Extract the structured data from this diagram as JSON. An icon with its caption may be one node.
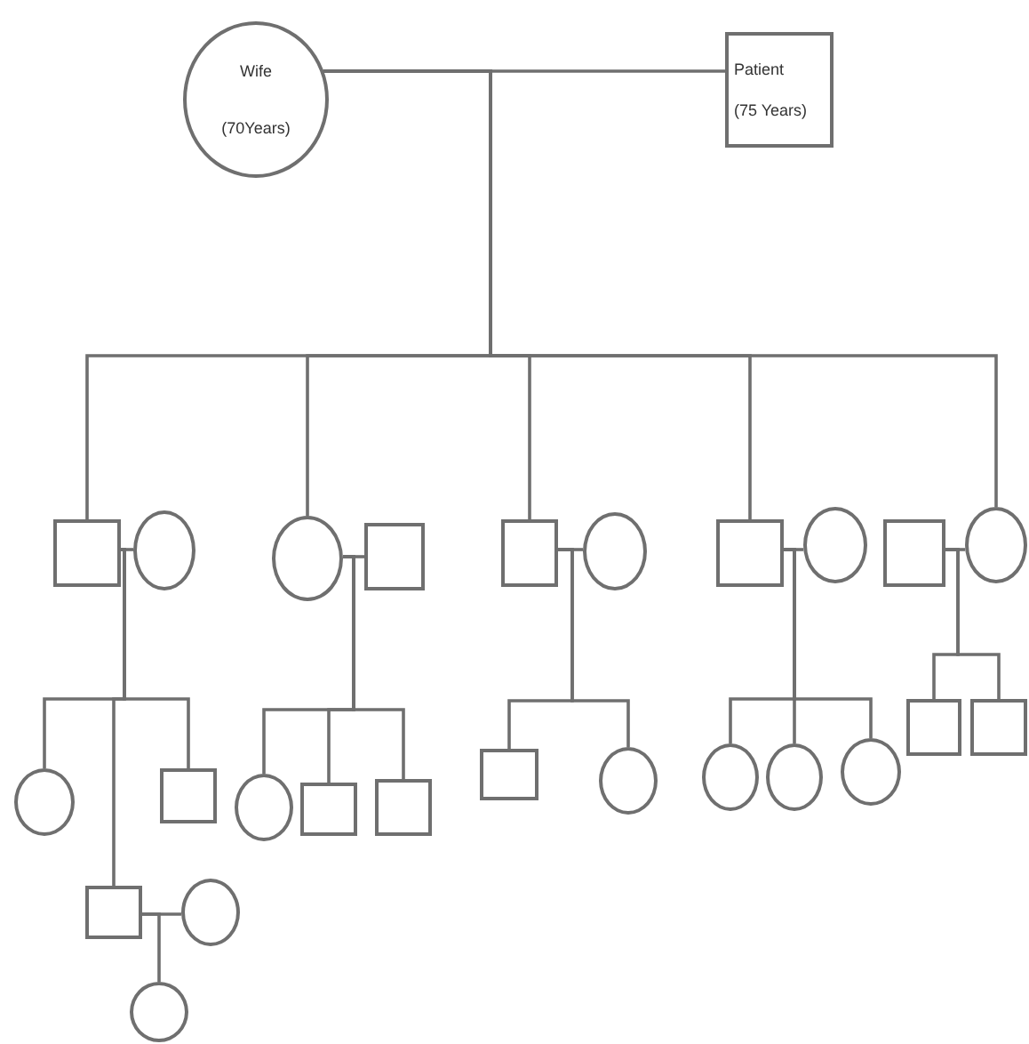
{
  "diagram": {
    "nodes": [
      {
        "text": [
          "Wife",
          "(70Years)"
        ]
      },
      {
        "text": [
          "Patient",
          "(75 Years)"
        ]
      },
      {
        "text": [],
        "shape": "box"
      },
      {
        "text": [],
        "shape": "circle"
      },
      {
        "text": [],
        "shape": "circle"
      },
      {
        "text": [],
        "shape": "box"
      },
      {
        "text": [],
        "shape": "box"
      },
      {
        "text": [],
        "shape": "circle"
      },
      {
        "text": [],
        "shape": "box"
      },
      {
        "text": [],
        "shape": "circle"
      },
      {
        "text": [],
        "shape": "box"
      },
      {
        "text": [],
        "shape": "circle"
      },
      {
        "text": [],
        "shape": "circle"
      },
      {
        "text": [],
        "shape": "box"
      },
      {
        "text": [],
        "shape": "circle"
      },
      {
        "text": [],
        "shape": "box"
      },
      {
        "text": [],
        "shape": "box"
      },
      {
        "text": [],
        "shape": "box"
      },
      {
        "text": [],
        "shape": "circle"
      },
      {
        "text": [],
        "shape": "circle"
      },
      {
        "text": [],
        "shape": "circle"
      },
      {
        "text": [],
        "shape": "circle"
      },
      {
        "text": [],
        "shape": "box"
      },
      {
        "text": [],
        "shape": "box"
      },
      {
        "text": [],
        "shape": "box"
      },
      {
        "text": [],
        "shape": "circle"
      },
      {
        "text": [],
        "shape": "circle"
      }
    ],
    "edges": [
      {
        "from": 0,
        "to": 1,
        "arrow": "none"
      },
      {
        "from": 0,
        "to": 2,
        "arrow": "none"
      },
      {
        "from": 0,
        "to": 4,
        "arrow": "none"
      },
      {
        "from": 0,
        "to": 6,
        "arrow": "none"
      },
      {
        "from": 0,
        "to": 8,
        "arrow": "none"
      },
      {
        "from": 0,
        "to": 11,
        "arrow": "none"
      },
      {
        "from": 2,
        "to": 3,
        "arrow": "none"
      },
      {
        "from": 4,
        "to": 5,
        "arrow": "none"
      },
      {
        "from": 6,
        "to": 7,
        "arrow": "none"
      },
      {
        "from": 8,
        "to": 9,
        "arrow": "none"
      },
      {
        "from": 10,
        "to": 11,
        "arrow": "none"
      },
      {
        "from": 2,
        "to": 12,
        "arrow": "none"
      },
      {
        "from": 2,
        "to": 24,
        "arrow": "none"
      },
      {
        "from": 2,
        "to": 13,
        "arrow": "none"
      },
      {
        "from": 4,
        "to": 14,
        "arrow": "none"
      },
      {
        "from": 4,
        "to": 15,
        "arrow": "none"
      },
      {
        "from": 4,
        "to": 16,
        "arrow": "none"
      },
      {
        "from": 6,
        "to": 17,
        "arrow": "none"
      },
      {
        "from": 6,
        "to": 18,
        "arrow": "none"
      },
      {
        "from": 8,
        "to": 19,
        "arrow": "none"
      },
      {
        "from": 8,
        "to": 20,
        "arrow": "none"
      },
      {
        "from": 8,
        "to": 21,
        "arrow": "none"
      },
      {
        "from": 10,
        "to": 22,
        "arrow": "none"
      },
      {
        "from": 10,
        "to": 23,
        "arrow": "none"
      },
      {
        "from": 24,
        "to": 25,
        "arrow": "none"
      },
      {
        "from": 24,
        "to": 26,
        "arrow": "none"
      }
    ]
  }
}
